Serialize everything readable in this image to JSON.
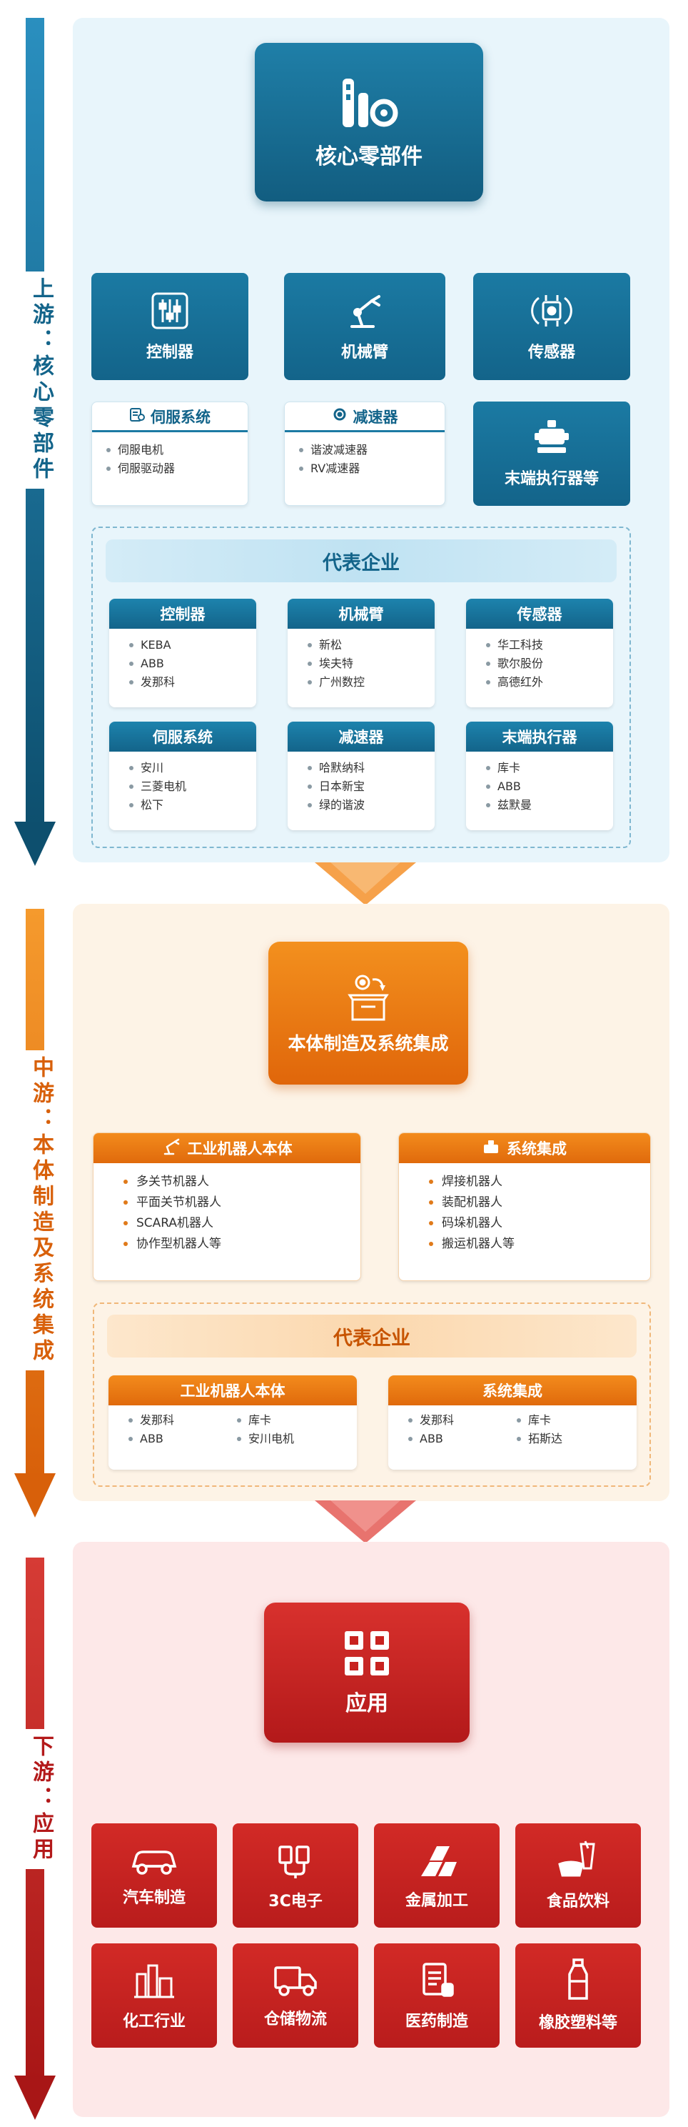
{
  "colors": {
    "upstream": "#1b7aa3",
    "midstream": "#f07d16",
    "downstream": "#c8221f"
  },
  "upstream": {
    "stage_label": "上游：核心零部件",
    "hub": {
      "title": "核心零部件",
      "icon": "core-components-icon"
    },
    "categories": [
      {
        "label": "控制器",
        "icon": "controller-icon"
      },
      {
        "label": "机械臂",
        "icon": "robot-arm-icon"
      },
      {
        "label": "传感器",
        "icon": "sensor-icon"
      }
    ],
    "sub_cards": [
      {
        "title": "伺服系统",
        "icon": "servo-icon",
        "items": [
          "伺服电机",
          "伺服驱动器"
        ]
      },
      {
        "title": "减速器",
        "icon": "reducer-icon",
        "items": [
          "谐波减速器",
          "RV减速器"
        ]
      }
    ],
    "end_effector": {
      "label": "末端执行器等",
      "icon": "end-effector-icon"
    },
    "rep_title": "代表企业",
    "rep_cards": [
      {
        "title": "控制器",
        "items": [
          "KEBA",
          "ABB",
          "发那科"
        ]
      },
      {
        "title": "机械臂",
        "items": [
          "新松",
          "埃夫特",
          "广州数控"
        ]
      },
      {
        "title": "传感器",
        "items": [
          "华工科技",
          "歌尔股份",
          "高德红外"
        ]
      },
      {
        "title": "伺服系统",
        "items": [
          "安川",
          "三菱电机",
          "松下"
        ]
      },
      {
        "title": "减速器",
        "items": [
          "哈默纳科",
          "日本新宝",
          "绿的谐波"
        ]
      },
      {
        "title": "末端执行器",
        "items": [
          "库卡",
          "ABB",
          "兹默曼"
        ]
      }
    ]
  },
  "midstream": {
    "stage_label": "中游：本体制造及系统集成",
    "hub": {
      "title": "本体制造及系统集成",
      "icon": "box-gear-icon"
    },
    "cards": [
      {
        "title": "工业机器人本体",
        "icon": "industrial-robot-icon",
        "items": [
          "多关节机器人",
          "平面关节机器人",
          "SCARA机器人",
          "协作型机器人等"
        ]
      },
      {
        "title": "系统集成",
        "icon": "system-integration-icon",
        "items": [
          "焊接机器人",
          "装配机器人",
          "码垛机器人",
          "搬运机器人等"
        ]
      }
    ],
    "rep_title": "代表企业",
    "rep_cards": [
      {
        "title": "工业机器人本体",
        "items": [
          "发那科",
          "库卡",
          "ABB",
          "安川电机"
        ]
      },
      {
        "title": "系统集成",
        "items": [
          "发那科",
          "库卡",
          "ABB",
          "拓斯达"
        ]
      }
    ]
  },
  "downstream": {
    "stage_label": "下游：应用",
    "hub": {
      "title": "应用",
      "icon": "grid-apps-icon"
    },
    "apps": [
      {
        "label": "汽车制造",
        "icon": "car-icon"
      },
      {
        "label": "3C电子",
        "icon": "electronics-icon"
      },
      {
        "label": "金属加工",
        "icon": "metal-bars-icon"
      },
      {
        "label": "食品饮料",
        "icon": "food-drink-icon"
      },
      {
        "label": "化工行业",
        "icon": "chemical-plant-icon"
      },
      {
        "label": "仓储物流",
        "icon": "truck-icon"
      },
      {
        "label": "医药制造",
        "icon": "medicine-icon"
      },
      {
        "label": "橡胶塑料等",
        "icon": "bottle-icon"
      }
    ]
  }
}
